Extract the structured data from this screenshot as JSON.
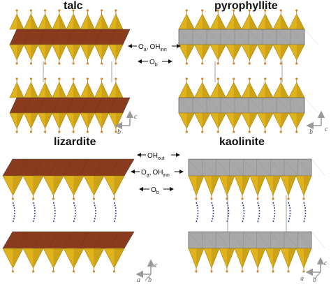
{
  "panels": {
    "talc": "talc",
    "pyrophyllite": "pyrophyllite",
    "lizardite": "lizardite",
    "kaolinite": "kaolinite"
  },
  "labels": {
    "oa": "O",
    "oa_sub": "a",
    "ohinn": "OH",
    "ohinn_sub": "inn",
    "ob": "O",
    "ob_sub": "b",
    "ohout": "OH",
    "ohout_sub": "out",
    "sep": ","
  },
  "axes": {
    "c": "c",
    "b": "b",
    "a": "a"
  },
  "colors": {
    "tetrahedral": "#e0b21c",
    "tetrahedral_dark": "#a8840c",
    "mg_octahedral": "#8a3b1e",
    "al_octahedral": "#a8a8a8",
    "hbond": "#1f2f9a"
  }
}
